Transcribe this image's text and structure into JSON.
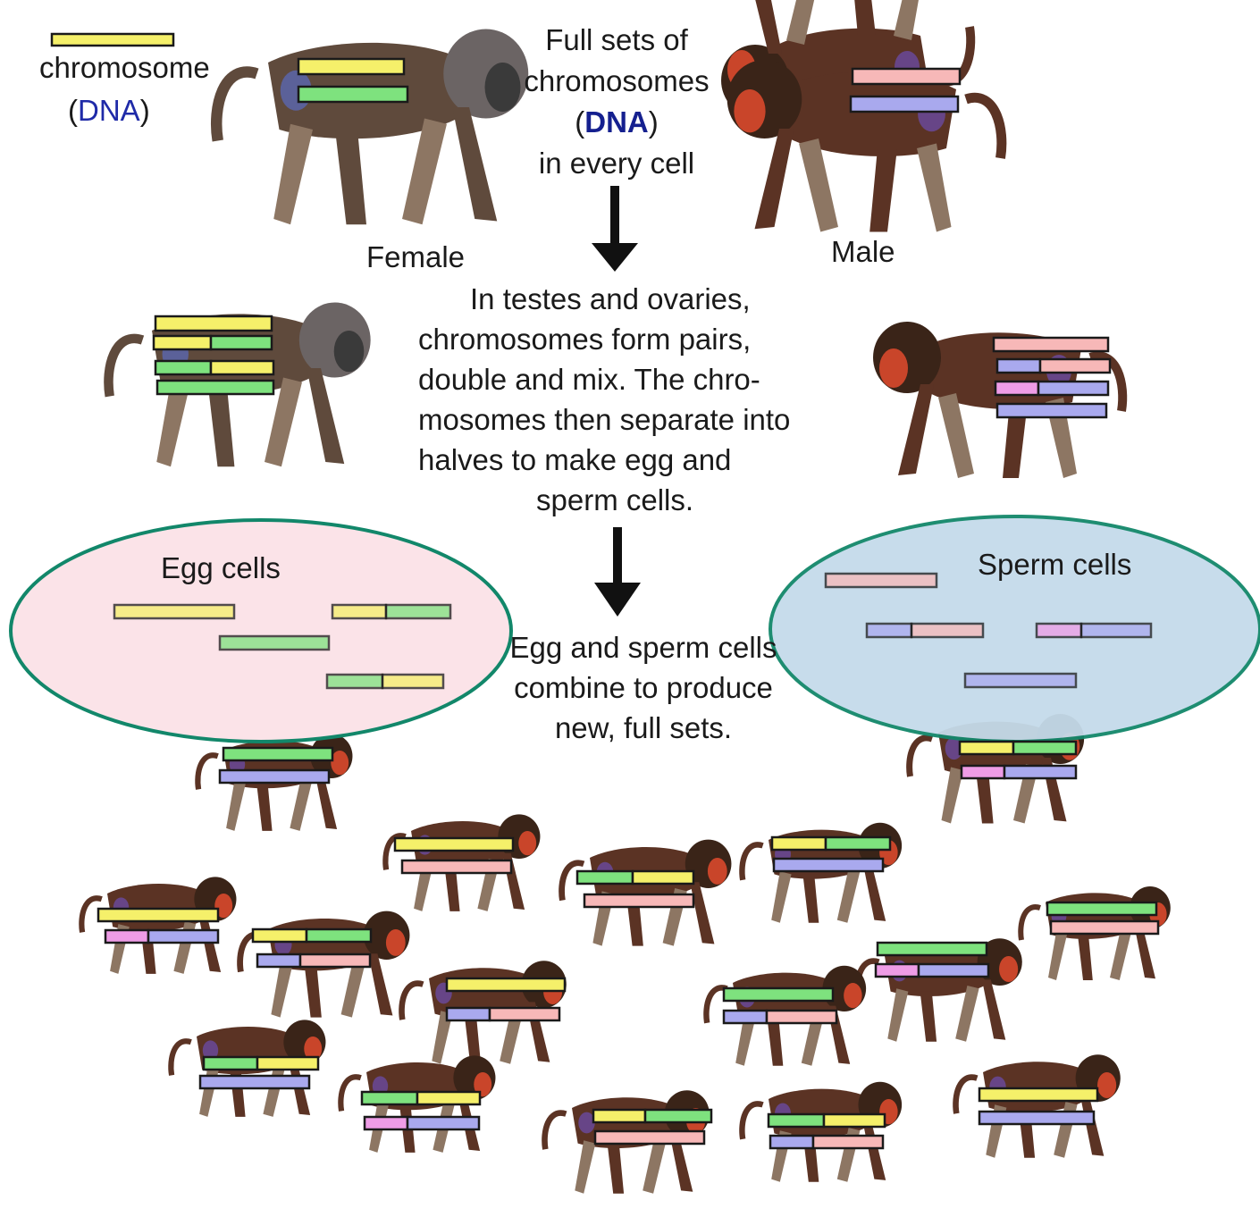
{
  "legend": {
    "chromosome_label": "chromosome",
    "dna_open": "(",
    "dna_word": "DNA",
    "dna_close": ")"
  },
  "top_text": {
    "line1": "Full sets of",
    "line2": "chromosomes",
    "line3_open": "(",
    "line3_dna": "DNA",
    "line3_close": ")",
    "line4": "in every cell"
  },
  "labels": {
    "female": "Female",
    "male": "Male"
  },
  "middle_text": {
    "line1": "In testes and ovaries,",
    "line2": "chromosomes form pairs,",
    "line3": "double and mix.  The chro-",
    "line4": "mosomes then separate into",
    "line5": "halves to make egg and",
    "line6": "sperm cells."
  },
  "egg_label": "Egg cells",
  "sperm_label": "Sperm cells",
  "bottom_text": {
    "line1": "Egg and sperm cells",
    "line2": "combine to produce",
    "line3": "new, full sets."
  },
  "colors": {
    "female_a": "#f5f06a",
    "female_b": "#7ee27e",
    "male_a": "#f7b8b8",
    "male_b": "#a9a9ee",
    "male_c": "#ee9ce6",
    "egg_fill": "#fbe3e8",
    "sperm_fill": "#c5dbea",
    "ellipse_stroke": "#12876a",
    "baboon_body": "#5a3a2c",
    "baboon_light": "#8c7460"
  }
}
